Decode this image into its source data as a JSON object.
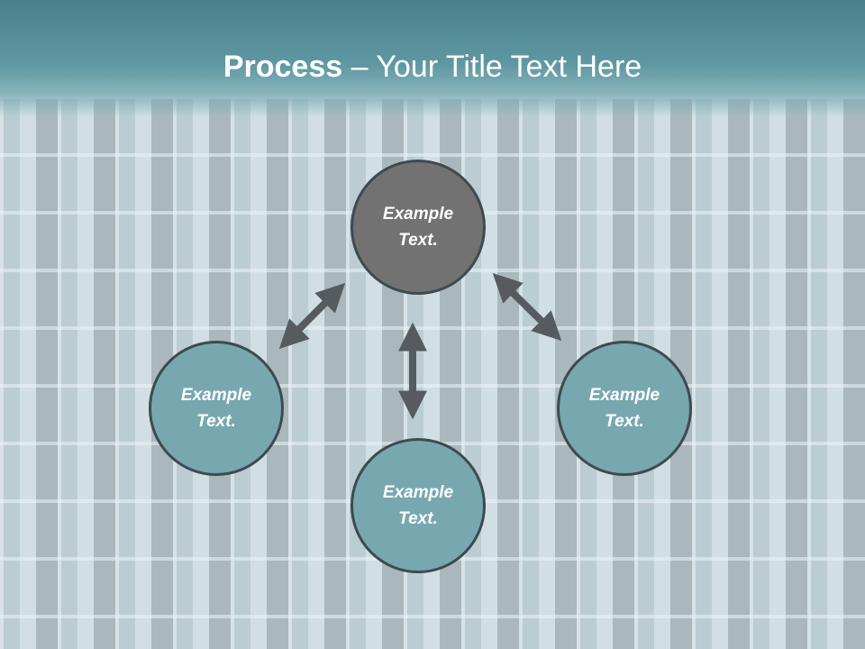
{
  "slide": {
    "title_bold": "Process",
    "title_rest": " – Your Title Text Here"
  },
  "diagram": {
    "nodes": [
      {
        "id": "top",
        "label": "Example\nText.",
        "color": "#727272"
      },
      {
        "id": "left",
        "label": "Example\nText.",
        "color": "#77a8b0"
      },
      {
        "id": "right",
        "label": "Example\nText.",
        "color": "#77a8b0"
      },
      {
        "id": "bottom",
        "label": "Example\nText.",
        "color": "#77a8b0"
      }
    ],
    "arrow_color": "#555b5e"
  }
}
